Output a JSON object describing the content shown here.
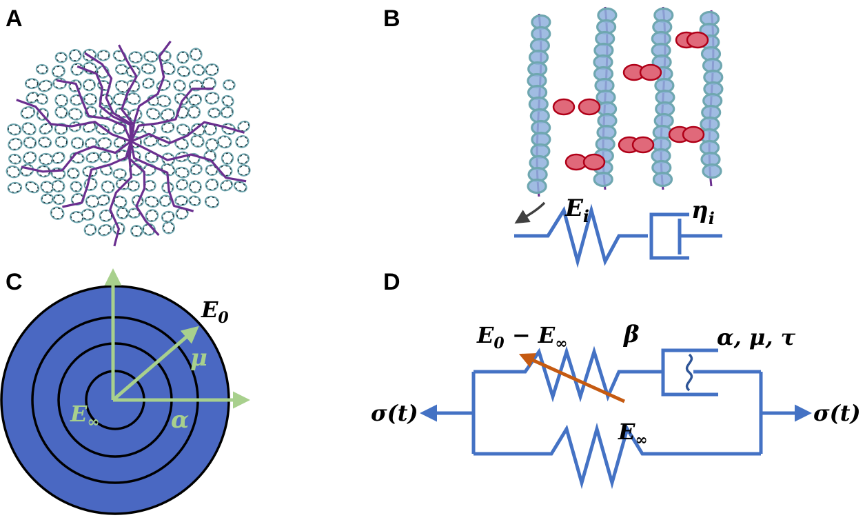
{
  "panels": {
    "a": {
      "label": "A"
    },
    "b": {
      "label": "B",
      "spring_symbol": "E",
      "spring_subscript": "i",
      "dashpot_symbol": "η",
      "dashpot_subscript": "i"
    },
    "c": {
      "label": "C",
      "outer_symbol": "E",
      "outer_subscript": "0",
      "inner_symbol": "E",
      "inner_subscript": "∞",
      "mu_symbol": "μ",
      "alpha_symbol": "α"
    },
    "d": {
      "label": "D",
      "branch_symbol_left": "E",
      "branch_subscript_left": "0",
      "branch_minus": " − ",
      "branch_symbol_right": "E",
      "branch_subscript_right": "∞",
      "beta_symbol": "β",
      "dashpot_params": "α, μ, τ",
      "parallel_symbol": "E",
      "parallel_subscript": "∞",
      "stress_left": "σ(t)",
      "stress_right": "σ(t)"
    }
  },
  "colors": {
    "wire": "#4472c4",
    "disk": "#4a68c2",
    "green_axes": "#a8d08d",
    "variable_arrow": "#c55a11",
    "fiber": "#6a2f8f",
    "cell_ring": "#6fa7b0",
    "cell_dark": "#1d3238",
    "crosslink": "#e0697a"
  }
}
